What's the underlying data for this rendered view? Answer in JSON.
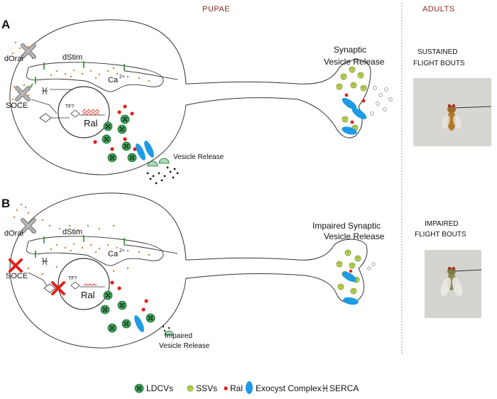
{
  "headers": {
    "pupae": "PUPAE",
    "adults": "ADULTS"
  },
  "panel_a": {
    "letter": "A",
    "dorai": "dOrai",
    "dstim": "dStim",
    "ca": "Ca",
    "ca_sup": "2+",
    "soce": "SOCE",
    "tf": "TF?",
    "ral": "Ral",
    "vesicle_release": "Vesicle Release",
    "synaptic_line1": "Synaptic",
    "synaptic_line2": "Vesicle Release",
    "adult_line1": "SUSTAINED",
    "adult_line2": "FLIGHT BOUTS"
  },
  "panel_b": {
    "letter": "B",
    "dorai": "dOrai",
    "dstim": "dStim",
    "ca": "Ca",
    "ca_sup": "2+",
    "soce": "SOCE",
    "tf": "TF?",
    "ral": "Ral",
    "vesicle_release_line1": "Impaired",
    "vesicle_release_line2": "Vesicle Release",
    "synaptic_line1": "Impaired Synaptic",
    "synaptic_line2": "Vesicle Release",
    "adult_line1": "IMPAIRED",
    "adult_line2": "FLIGHT BOUTS"
  },
  "legend": {
    "ldcvs": "LDCVs",
    "ssvs": "SSVs",
    "ral": "Ral",
    "exocyst": "Exocyst Complex",
    "serca": "SERCA"
  },
  "colors": {
    "header": "#8b2a1f",
    "ldcv": "#3aa35a",
    "ssv": "#b9d84a",
    "ral": "#e0201b",
    "exocyst": "#1f9be6",
    "stim": "#2e8b2e",
    "ca_dots": "#d9803a",
    "cross": "#e0201b"
  },
  "icons": [
    "orai-channel-icon",
    "serca-pump-icon",
    "red-cross-icon",
    "fly-photo-icon"
  ]
}
